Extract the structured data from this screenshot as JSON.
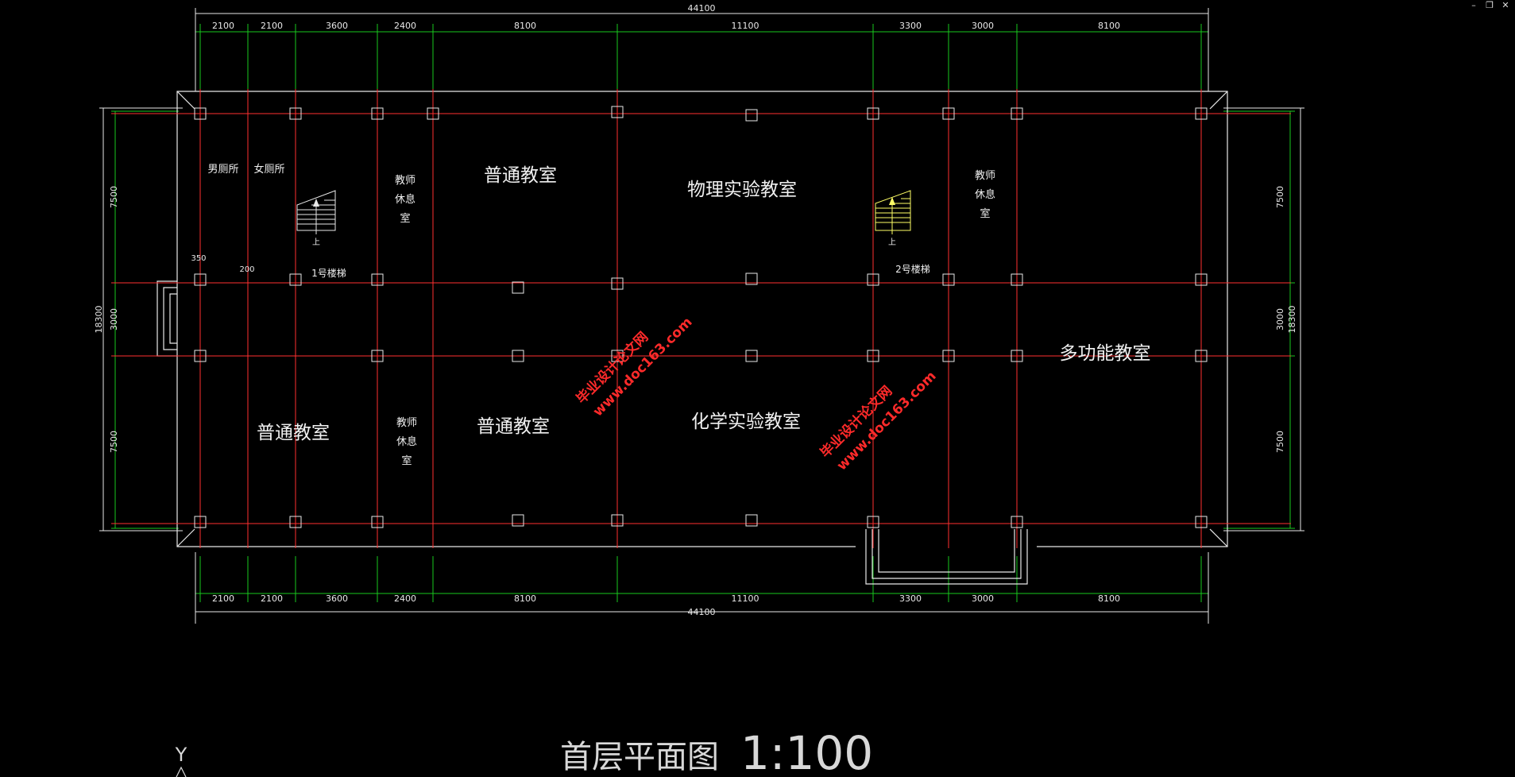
{
  "window_controls": {
    "minimize": "–",
    "restore": "❐",
    "close": "✕"
  },
  "dimensions": {
    "overall_top": "44100",
    "overall_bottom": "44100",
    "bays": [
      "2100",
      "2100",
      "3600",
      "2400",
      "8100",
      "11100",
      "3300",
      "3000",
      "8100"
    ],
    "left_depth": [
      "7500",
      "3000",
      "7500"
    ],
    "left_total": "18300",
    "right_depth": [
      "7500",
      "3000",
      "7500"
    ],
    "right_total": "18300",
    "small_350": "350",
    "small_200": "200"
  },
  "rooms": {
    "male_toilet": "男厕所",
    "female_toilet": "女厕所",
    "teacher_lounge_1": [
      "教师",
      "休息",
      "室"
    ],
    "classroom_top": "普通教室",
    "physics_lab": "物理实验教室",
    "teacher_lounge_2": [
      "教师",
      "休息",
      "室"
    ],
    "stair_1": "1号楼梯",
    "stair_2": "2号楼梯",
    "stair_up": "上",
    "multi_room": "多功能教室",
    "classroom_bl": "普通教室",
    "teacher_lounge_3": [
      "教师",
      "休息",
      "室"
    ],
    "classroom_bm": "普通教室",
    "chem_lab": "化学实验教室"
  },
  "watermark": {
    "line1": "毕业设计论文网",
    "line2": "www.doc163.com"
  },
  "title": {
    "name": "首层平面图",
    "scale": "1:100"
  },
  "axis_label": "Y",
  "colors": {
    "background": "#000000",
    "axis": "#ff3030",
    "dimension": "#19c81e",
    "wall": "#e8e8e8",
    "stair": "#ffff66"
  }
}
